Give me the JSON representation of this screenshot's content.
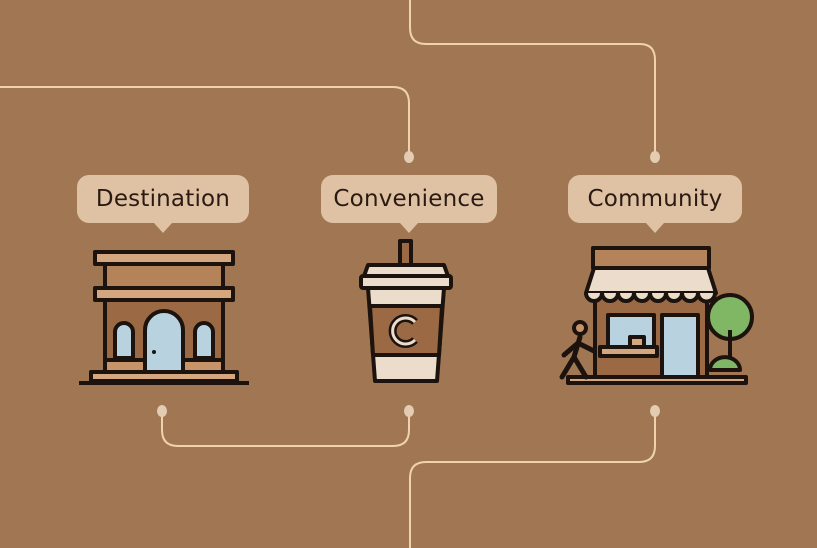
{
  "concepts": [
    {
      "label": "Destination",
      "icon": "building-icon"
    },
    {
      "label": "Convenience",
      "icon": "coffee-cup-icon"
    },
    {
      "label": "Community",
      "icon": "storefront-icon"
    }
  ],
  "colors": {
    "background": "#a07752",
    "line": "#f0d2ae",
    "bubble": "#dfc2a4",
    "text": "#2a1a12"
  }
}
